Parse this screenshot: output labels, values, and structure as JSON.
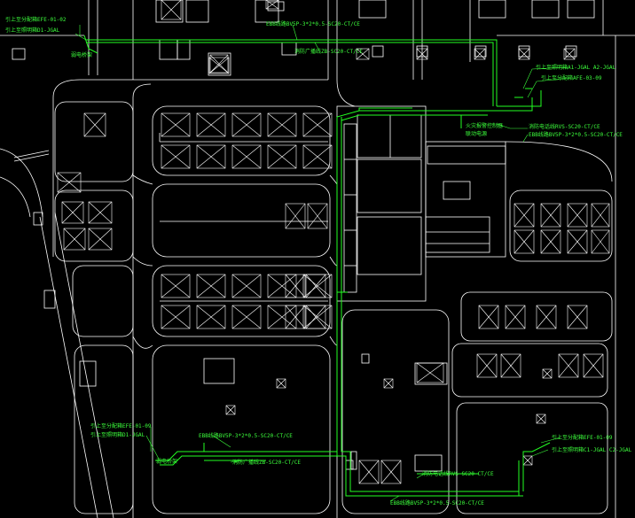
{
  "drawing": {
    "background": "#000000",
    "line_color": "#ffffff",
    "wire_color": "#22ff22",
    "label_color": "#3cff3c"
  },
  "labels": [
    {
      "id": "label-1",
      "text": "引上至分配箱EFE-01-02"
    },
    {
      "id": "label-2",
      "text": "引上至照明箱D1-JGAL"
    },
    {
      "id": "label-3",
      "text": "弱电桥架"
    },
    {
      "id": "label-4",
      "text": "EBB线路BV5P-3*2*0.5-SC20-CT/CE"
    },
    {
      "id": "label-5",
      "text": "消防广播线ZB-SC20-CT/CE"
    },
    {
      "id": "label-6",
      "text": "引上至照明箱A1-JGAL  A2-JGAL"
    },
    {
      "id": "label-7",
      "text": "引上至分配箱AFE-03-09"
    },
    {
      "id": "label-8",
      "text": "火灾报警控制器"
    },
    {
      "id": "label-9",
      "text": "联动电源"
    },
    {
      "id": "label-10",
      "text": "消防电话线RVS-SC20-CT/CE"
    },
    {
      "id": "label-11",
      "text": "EBB线路BV5P-3*2*0.5-SC20-CT/CE"
    },
    {
      "id": "label-12",
      "text": "引上至分配箱EFE-01-09"
    },
    {
      "id": "label-13",
      "text": "引上至照明箱D1-JGAL"
    },
    {
      "id": "label-14",
      "text": "EBB线路BV5P-3*2*0.5-SC20-CT/CE"
    },
    {
      "id": "label-15",
      "text": "消防广播线ZB-SC20-CT/CE"
    },
    {
      "id": "label-16",
      "text": "弱电桥架"
    },
    {
      "id": "label-17",
      "text": "引上至分配箱EFE-01-09"
    },
    {
      "id": "label-18",
      "text": "引上至照明箱C1-JGAL  C2-JGAL"
    },
    {
      "id": "label-19",
      "text": "消防电话线RVS-SC20-CT/CE"
    },
    {
      "id": "label-20",
      "text": "EBB线路BV5P-3*2*0.5-SC20-CT/CE"
    }
  ]
}
